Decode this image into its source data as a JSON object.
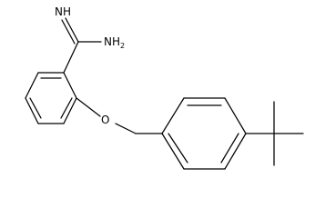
{
  "structure": {
    "atom_labels": {
      "imine": "NH",
      "amine_main": "NH",
      "amine_subscript": "2",
      "oxygen": "O"
    }
  }
}
